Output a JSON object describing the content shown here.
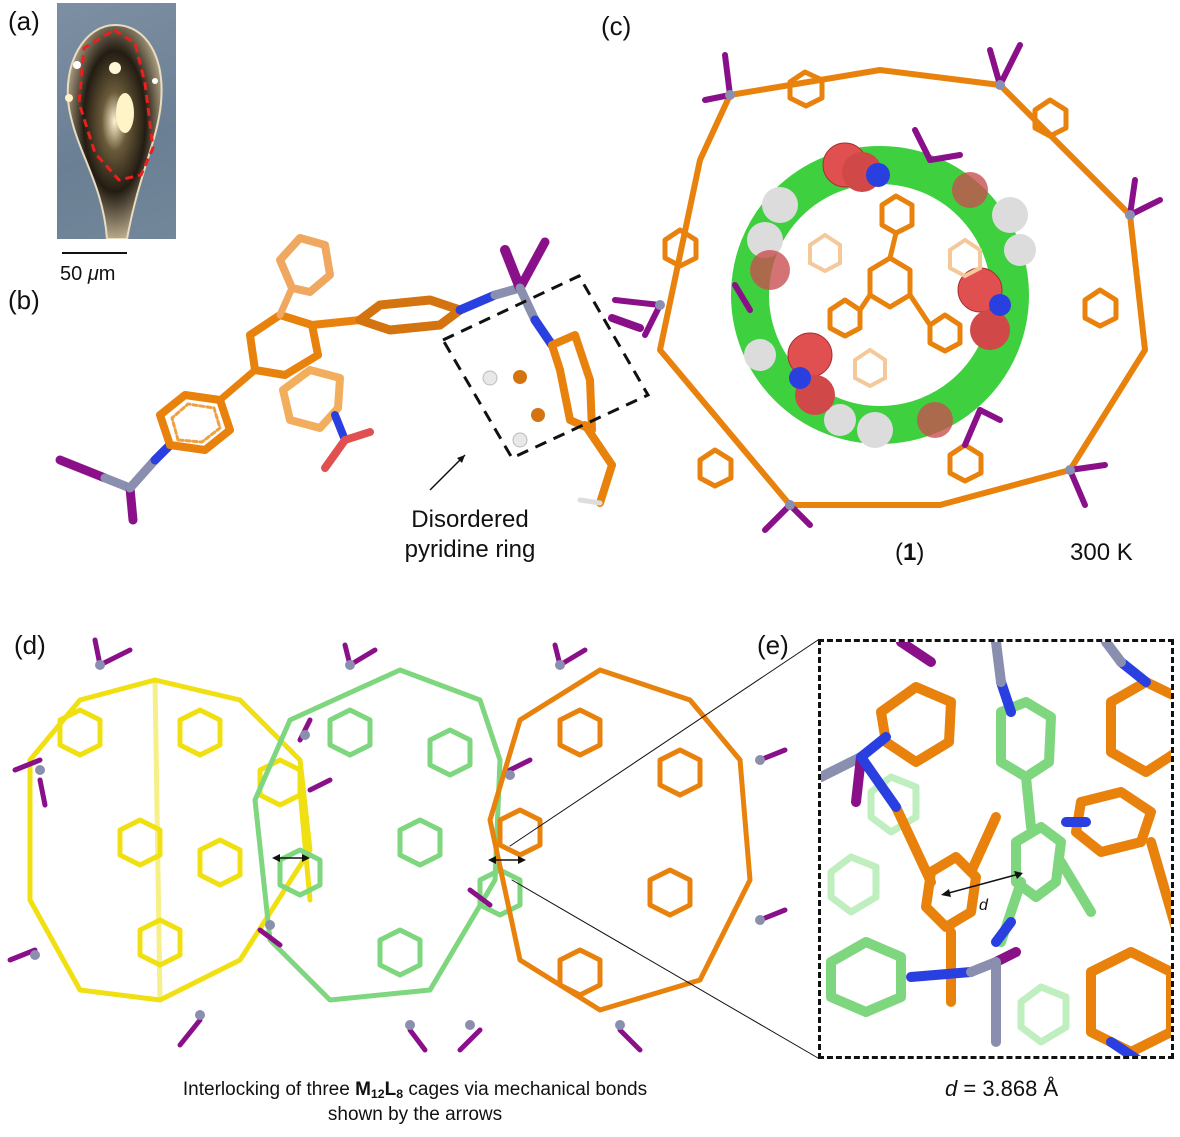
{
  "figure": {
    "panels": {
      "a": {
        "label": "(a)",
        "scale_bar": {
          "value": "50",
          "unit_prefix": "μ",
          "unit": "m"
        },
        "description": "optical micrograph of crystal with red dashed outline"
      },
      "b": {
        "label": "(b)",
        "annotation_line1": "Disordered",
        "annotation_line2": "pyridine ring"
      },
      "c": {
        "label": "(c)",
        "compound_open": "(",
        "compound_number": "1",
        "compound_close": ")",
        "temperature": "300 K"
      },
      "d": {
        "label": "(d)",
        "caption_pre": "Interlocking of three ",
        "caption_formula_M": "M",
        "caption_formula_M_sub": "12",
        "caption_formula_L": "L",
        "caption_formula_L_sub": "8",
        "caption_post": " cages via mechanical bonds",
        "caption_line2": "shown by the arrows"
      },
      "e": {
        "label": "(e)",
        "distance_symbol": "d",
        "distance_eq": " = 3.868 Å"
      }
    },
    "colors": {
      "carbon_orange": "#e8820c",
      "carbon_yellow": "#f0e012",
      "carbon_green": "#7ed67e",
      "nitrogen": "#2a3fe0",
      "metal": "#8a8fb0",
      "iodide": "#8a108a",
      "oxygen": "#e05050",
      "hydrogen": "#e8e8e8",
      "guest_carbon": "#3fd03f",
      "dashed_red": "#e8201e"
    }
  }
}
